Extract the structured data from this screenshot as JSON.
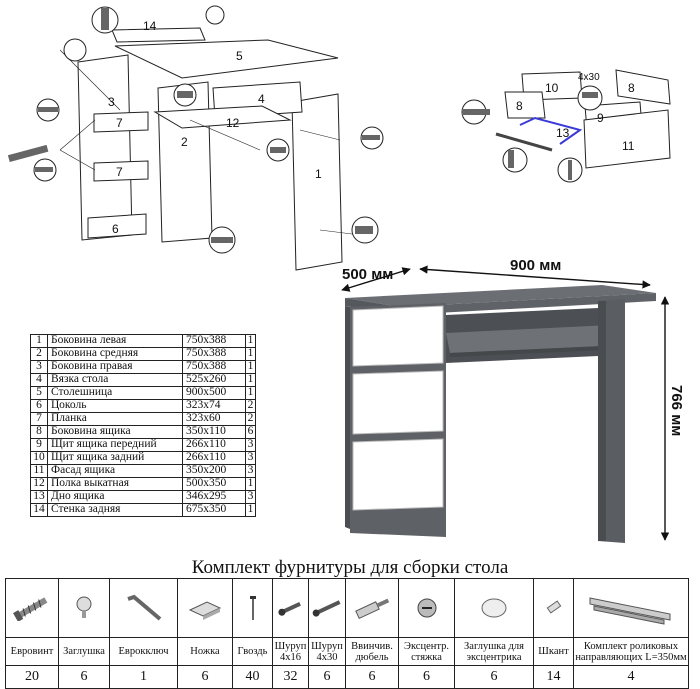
{
  "dimensions": {
    "depth": "500 мм",
    "width": "900 мм",
    "height": "766 мм"
  },
  "assembly_labels": {
    "n1": "1",
    "n2": "2",
    "n3": "3",
    "n4": "4",
    "n5": "5",
    "n6": "6",
    "n7a": "7",
    "n7b": "7",
    "n8a": "8",
    "n8b": "8",
    "n9": "9",
    "n10": "10",
    "n11": "11",
    "n12": "12",
    "n13": "13",
    "n14": "14",
    "n4_30": "4х30"
  },
  "parts": [
    {
      "num": "1",
      "name": "Боковина левая",
      "size": "750х388",
      "qty": "1"
    },
    {
      "num": "2",
      "name": "Боковина средняя",
      "size": "750х388",
      "qty": "1"
    },
    {
      "num": "3",
      "name": "Боковина правая",
      "size": "750х388",
      "qty": "1"
    },
    {
      "num": "4",
      "name": "Вязка стола",
      "size": "525х260",
      "qty": "1"
    },
    {
      "num": "5",
      "name": "Столешница",
      "size": "900х500",
      "qty": "1"
    },
    {
      "num": "6",
      "name": "Цоколь",
      "size": "323х74",
      "qty": "2"
    },
    {
      "num": "7",
      "name": "Планка",
      "size": "323х60",
      "qty": "2"
    },
    {
      "num": "8",
      "name": "Боковина ящика",
      "size": "350х110",
      "qty": "6"
    },
    {
      "num": "9",
      "name": "Щит ящика передний",
      "size": "266х110",
      "qty": "3"
    },
    {
      "num": "10",
      "name": "Щит ящика задний",
      "size": "266х110",
      "qty": "3"
    },
    {
      "num": "11",
      "name": "Фасад ящика",
      "size": "350х200",
      "qty": "3"
    },
    {
      "num": "12",
      "name": "Полка выкатная",
      "size": "500х350",
      "qty": "1"
    },
    {
      "num": "13",
      "name": "Дно ящика",
      "size": "346х295",
      "qty": "3"
    },
    {
      "num": "14",
      "name": "Стенка задняя",
      "size": "675х350",
      "qty": "1"
    }
  ],
  "hardware_title": "Комплект фурнитуры для сборки стола",
  "hardware": [
    {
      "icon": "euroscrew-icon",
      "label": "Евровинт",
      "qty": "20"
    },
    {
      "icon": "cap-plug-icon",
      "label": "Заглушка",
      "qty": "6"
    },
    {
      "icon": "hex-key-icon",
      "label": "Еврокключ",
      "qty": "1"
    },
    {
      "icon": "furniture-foot-icon",
      "label": "Ножка",
      "qty": "6"
    },
    {
      "icon": "nail-icon",
      "label": "Гвоздь",
      "qty": "40"
    },
    {
      "icon": "screw-short-icon",
      "label": "Шуруп 4х16",
      "qty": "32"
    },
    {
      "icon": "screw-long-icon",
      "label": "Шуруп 4х30",
      "qty": "6"
    },
    {
      "icon": "dowel-icon",
      "label": "Ввинчив. дюбель",
      "qty": "6"
    },
    {
      "icon": "cam-lock-icon",
      "label": "Эксцентр. стяжка",
      "qty": "6"
    },
    {
      "icon": "cam-cap-icon",
      "label": "Заглушка для эксцентрика",
      "qty": "6"
    },
    {
      "icon": "wood-dowel-icon",
      "label": "Шкант",
      "qty": "14"
    },
    {
      "icon": "roller-slide-icon",
      "label": "Комплект роликовых направляющих L=350мм",
      "qty": "4"
    }
  ]
}
